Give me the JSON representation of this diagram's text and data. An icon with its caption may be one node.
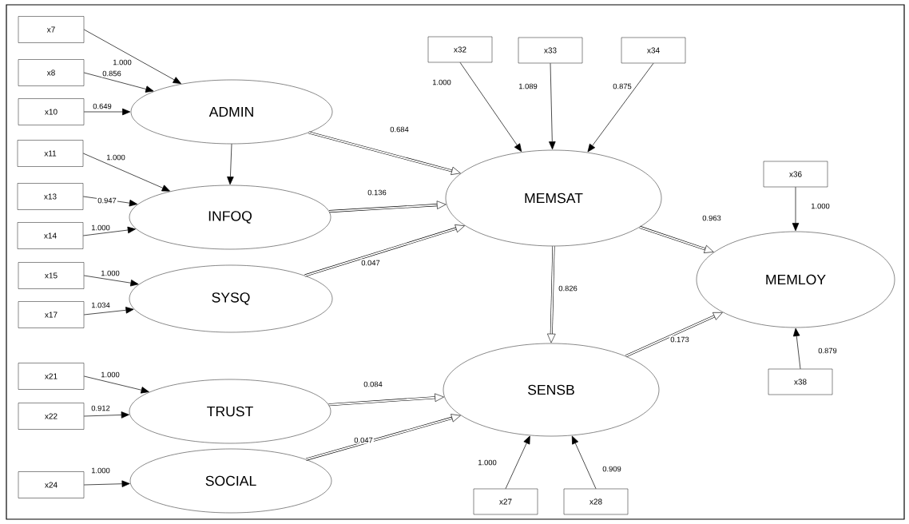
{
  "diagram": {
    "nodes": [
      {
        "text": [
          "x7"
        ]
      },
      {
        "text": [
          "x8"
        ]
      },
      {
        "text": [
          "x10"
        ]
      },
      {
        "text": [
          "ADMIN"
        ]
      },
      {
        "text": [
          "x11"
        ]
      },
      {
        "text": [
          "x13"
        ]
      },
      {
        "text": [
          "x14"
        ]
      },
      {
        "text": [
          "INFOQ"
        ]
      },
      {
        "text": [
          "x15"
        ]
      },
      {
        "text": [
          "x17"
        ]
      },
      {
        "text": [
          "SYSQ"
        ]
      },
      {
        "text": [
          "x21"
        ]
      },
      {
        "text": [
          "x22"
        ]
      },
      {
        "text": [
          "TRUST"
        ]
      },
      {
        "text": [
          "x24"
        ]
      },
      {
        "text": [
          "SOCIAL"
        ]
      },
      {
        "text": [
          "x32"
        ]
      },
      {
        "text": [
          "x33"
        ]
      },
      {
        "text": [
          "x34"
        ]
      },
      {
        "text": [
          "MEMSAT"
        ]
      },
      {
        "text": [
          "x36"
        ]
      },
      {
        "text": [
          "MEMLOY"
        ]
      },
      {
        "text": [
          "SENSB"
        ]
      },
      {
        "text": [
          "x38"
        ]
      },
      {
        "text": [
          "x27"
        ]
      },
      {
        "text": [
          "x28"
        ]
      }
    ],
    "edges": [
      {
        "from": 0,
        "to": 3,
        "arrow": "to",
        "label": "1.000"
      },
      {
        "from": 1,
        "to": 3,
        "arrow": "to",
        "label": "0.856"
      },
      {
        "from": 2,
        "to": 3,
        "arrow": "to",
        "label": "0.649"
      },
      {
        "from": 3,
        "to": 7,
        "arrow": "to"
      },
      {
        "from": 4,
        "to": 7,
        "arrow": "to",
        "label": "1.000"
      },
      {
        "from": 5,
        "to": 7,
        "arrow": "to",
        "label": "0.947"
      },
      {
        "from": 6,
        "to": 7,
        "arrow": "to",
        "label": "1.000"
      },
      {
        "from": 8,
        "to": 10,
        "arrow": "to",
        "label": "1.000"
      },
      {
        "from": 9,
        "to": 10,
        "arrow": "to",
        "label": "1.034"
      },
      {
        "from": 11,
        "to": 13,
        "arrow": "to",
        "label": "1.000"
      },
      {
        "from": 12,
        "to": 13,
        "arrow": "to",
        "label": "0.912"
      },
      {
        "from": 14,
        "to": 15,
        "arrow": "to",
        "label": "1.000"
      },
      {
        "from": 3,
        "to": 19,
        "arrow": "to",
        "label": "0.684",
        "style": "thick"
      },
      {
        "from": 7,
        "to": 19,
        "arrow": "to",
        "label": "0.136",
        "style": "thick"
      },
      {
        "from": 10,
        "to": 19,
        "arrow": "to",
        "label": "0.047",
        "style": "thick"
      },
      {
        "from": 16,
        "to": 19,
        "arrow": "to",
        "label": "1.000"
      },
      {
        "from": 17,
        "to": 19,
        "arrow": "to",
        "label": "1.089"
      },
      {
        "from": 18,
        "to": 19,
        "arrow": "to",
        "label": "0.875"
      },
      {
        "from": 19,
        "to": 21,
        "arrow": "to",
        "label": "0.963",
        "style": "thick"
      },
      {
        "from": 19,
        "to": 22,
        "arrow": "to",
        "label": "0.826",
        "style": "thick"
      },
      {
        "from": 20,
        "to": 21,
        "arrow": "to",
        "label": "1.000"
      },
      {
        "from": 13,
        "to": 22,
        "arrow": "to",
        "label": "0.084",
        "style": "thick"
      },
      {
        "from": 15,
        "to": 22,
        "arrow": "to",
        "label": "0.047",
        "style": "thick"
      },
      {
        "from": 22,
        "to": 21,
        "arrow": "to",
        "label": "0.173",
        "style": "thick"
      },
      {
        "from": 24,
        "to": 22,
        "arrow": "to",
        "label": "1.000"
      },
      {
        "from": 25,
        "to": 22,
        "arrow": "to",
        "label": "0.909"
      },
      {
        "from": 23,
        "to": 21,
        "arrow": "to",
        "label": "0.879"
      }
    ]
  }
}
